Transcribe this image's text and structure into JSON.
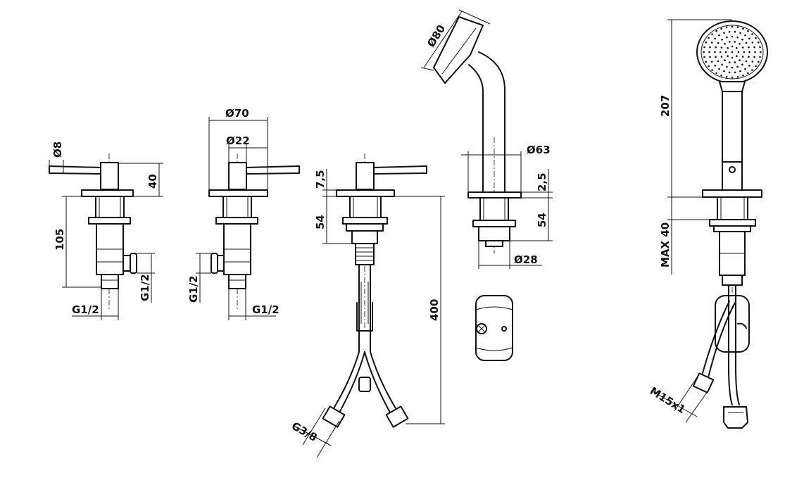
{
  "dimensions": {
    "valve_left": {
      "handle_dia": "Ø8",
      "handle_height": "40",
      "body_length": "105",
      "side_thread": "G1/2",
      "bottom_thread": "G1/2"
    },
    "valve_right": {
      "flange_dia": "Ø70",
      "body_dia": "Ø22",
      "side_thread": "G1/2",
      "bottom_thread": "G1/2"
    },
    "mixer": {
      "handle_height": "7,5",
      "body_length": "54",
      "hose_length": "400",
      "hose_thread": "G3/8"
    },
    "spout": {
      "head_dia": "Ø80",
      "base_dia": "Ø63",
      "base_height": "2,5",
      "body_length": "54",
      "shank_dia": "Ø28"
    },
    "hand_shower": {
      "height": "207",
      "max_thickness": "MAX 40",
      "hose_thread": "M15x1"
    }
  }
}
